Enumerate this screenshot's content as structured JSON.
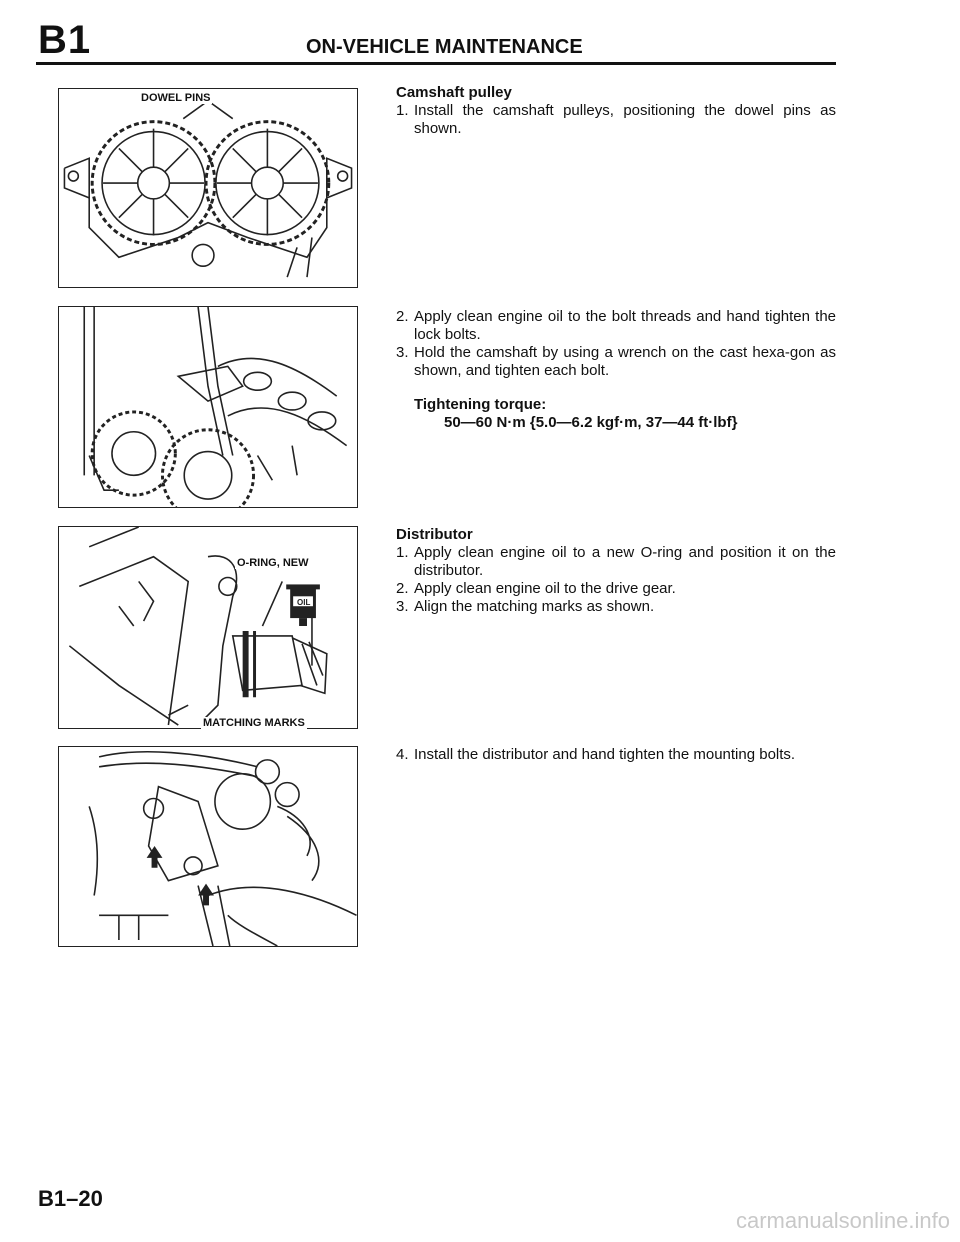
{
  "header": {
    "section_code": "B1",
    "title": "ON-VEHICLE MAINTENANCE"
  },
  "figures": {
    "fig1": {
      "label_dowel": "DOWEL PINS"
    },
    "fig3": {
      "label_oring": "O-RING, NEW",
      "label_marks": "MATCHING MARKS",
      "label_oil": "OIL"
    }
  },
  "camshaft": {
    "heading": "Camshaft pulley",
    "steps": [
      {
        "num": "1.",
        "text": "Install the camshaft pulleys, positioning the dowel pins as shown."
      },
      {
        "num": "2.",
        "text": "Apply clean engine oil to the bolt threads and hand tighten the lock bolts."
      },
      {
        "num": "3.",
        "text": "Hold the camshaft by using a wrench on the cast hexa-gon as shown, and tighten each bolt."
      }
    ],
    "torque_label": "Tightening torque:",
    "torque_value": "50—60 N·m {5.0—6.2 kgf·m, 37—44 ft·lbf}"
  },
  "distributor": {
    "heading": "Distributor",
    "steps": [
      {
        "num": "1.",
        "text": "Apply clean engine oil to a new O-ring and position it on the distributor."
      },
      {
        "num": "2.",
        "text": "Apply clean engine oil to the drive gear."
      },
      {
        "num": "3.",
        "text": "Align the matching marks as shown."
      },
      {
        "num": "4.",
        "text": "Install the distributor and hand tighten the mounting bolts."
      }
    ]
  },
  "footer": {
    "page_number": "B1–20",
    "watermark": "carmanualsonline.info"
  }
}
